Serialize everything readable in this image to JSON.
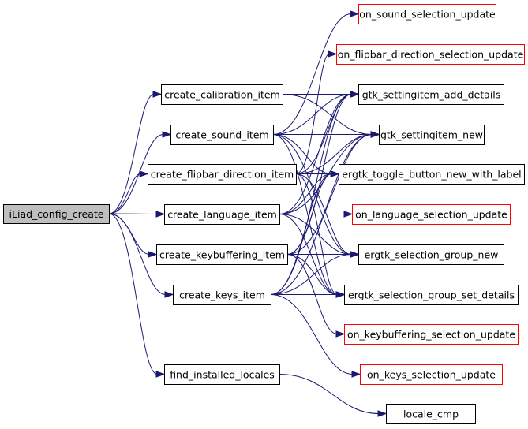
{
  "diagram": {
    "type": "call-graph",
    "colors": {
      "edge": "#191970",
      "root_fill": "#bfbfbf",
      "node_border": "#000000",
      "external_border": "#ff0000"
    },
    "nodes": [
      {
        "id": "root",
        "label": "iLiad_config_create",
        "kind": "root"
      },
      {
        "id": "calib",
        "label": "create_calibration_item",
        "kind": "normal"
      },
      {
        "id": "sound",
        "label": "create_sound_item",
        "kind": "normal"
      },
      {
        "id": "flip",
        "label": "create_flipbar_direction_item",
        "kind": "normal"
      },
      {
        "id": "lang",
        "label": "create_language_item",
        "kind": "normal"
      },
      {
        "id": "keybuf",
        "label": "create_keybuffering_item",
        "kind": "normal"
      },
      {
        "id": "keys",
        "label": "create_keys_item",
        "kind": "normal"
      },
      {
        "id": "locales",
        "label": "find_installed_locales",
        "kind": "normal"
      },
      {
        "id": "on_sound",
        "label": "on_sound_selection_update",
        "kind": "external"
      },
      {
        "id": "on_flip",
        "label": "on_flipbar_direction_selection_update",
        "kind": "external"
      },
      {
        "id": "add_details",
        "label": "gtk_settingitem_add_details",
        "kind": "normal"
      },
      {
        "id": "item_new",
        "label": "gtk_settingitem_new",
        "kind": "normal"
      },
      {
        "id": "toggle",
        "label": "ergtk_toggle_button_new_with_label",
        "kind": "normal"
      },
      {
        "id": "on_lang",
        "label": "on_language_selection_update",
        "kind": "external"
      },
      {
        "id": "group_new",
        "label": "ergtk_selection_group_new",
        "kind": "normal"
      },
      {
        "id": "group_set",
        "label": "ergtk_selection_group_set_details",
        "kind": "normal"
      },
      {
        "id": "on_keybuf",
        "label": "on_keybuffering_selection_update",
        "kind": "external"
      },
      {
        "id": "on_keys",
        "label": "on_keys_selection_update",
        "kind": "external"
      },
      {
        "id": "locale_cmp",
        "label": "locale_cmp",
        "kind": "normal"
      }
    ],
    "edges": [
      [
        "root",
        "calib"
      ],
      [
        "root",
        "sound"
      ],
      [
        "root",
        "flip"
      ],
      [
        "root",
        "lang"
      ],
      [
        "root",
        "keybuf"
      ],
      [
        "root",
        "keys"
      ],
      [
        "root",
        "locales"
      ],
      [
        "calib",
        "add_details"
      ],
      [
        "calib",
        "item_new"
      ],
      [
        "sound",
        "on_sound"
      ],
      [
        "sound",
        "add_details"
      ],
      [
        "sound",
        "item_new"
      ],
      [
        "sound",
        "toggle"
      ],
      [
        "sound",
        "group_new"
      ],
      [
        "sound",
        "group_set"
      ],
      [
        "flip",
        "on_flip"
      ],
      [
        "flip",
        "add_details"
      ],
      [
        "flip",
        "item_new"
      ],
      [
        "flip",
        "toggle"
      ],
      [
        "flip",
        "group_new"
      ],
      [
        "flip",
        "group_set"
      ],
      [
        "lang",
        "add_details"
      ],
      [
        "lang",
        "item_new"
      ],
      [
        "lang",
        "toggle"
      ],
      [
        "lang",
        "on_lang"
      ],
      [
        "lang",
        "group_new"
      ],
      [
        "lang",
        "group_set"
      ],
      [
        "keybuf",
        "add_details"
      ],
      [
        "keybuf",
        "item_new"
      ],
      [
        "keybuf",
        "toggle"
      ],
      [
        "keybuf",
        "group_new"
      ],
      [
        "keybuf",
        "group_set"
      ],
      [
        "keybuf",
        "on_keybuf"
      ],
      [
        "keys",
        "add_details"
      ],
      [
        "keys",
        "item_new"
      ],
      [
        "keys",
        "toggle"
      ],
      [
        "keys",
        "group_new"
      ],
      [
        "keys",
        "group_set"
      ],
      [
        "keys",
        "on_keys"
      ],
      [
        "locales",
        "locale_cmp"
      ]
    ]
  }
}
